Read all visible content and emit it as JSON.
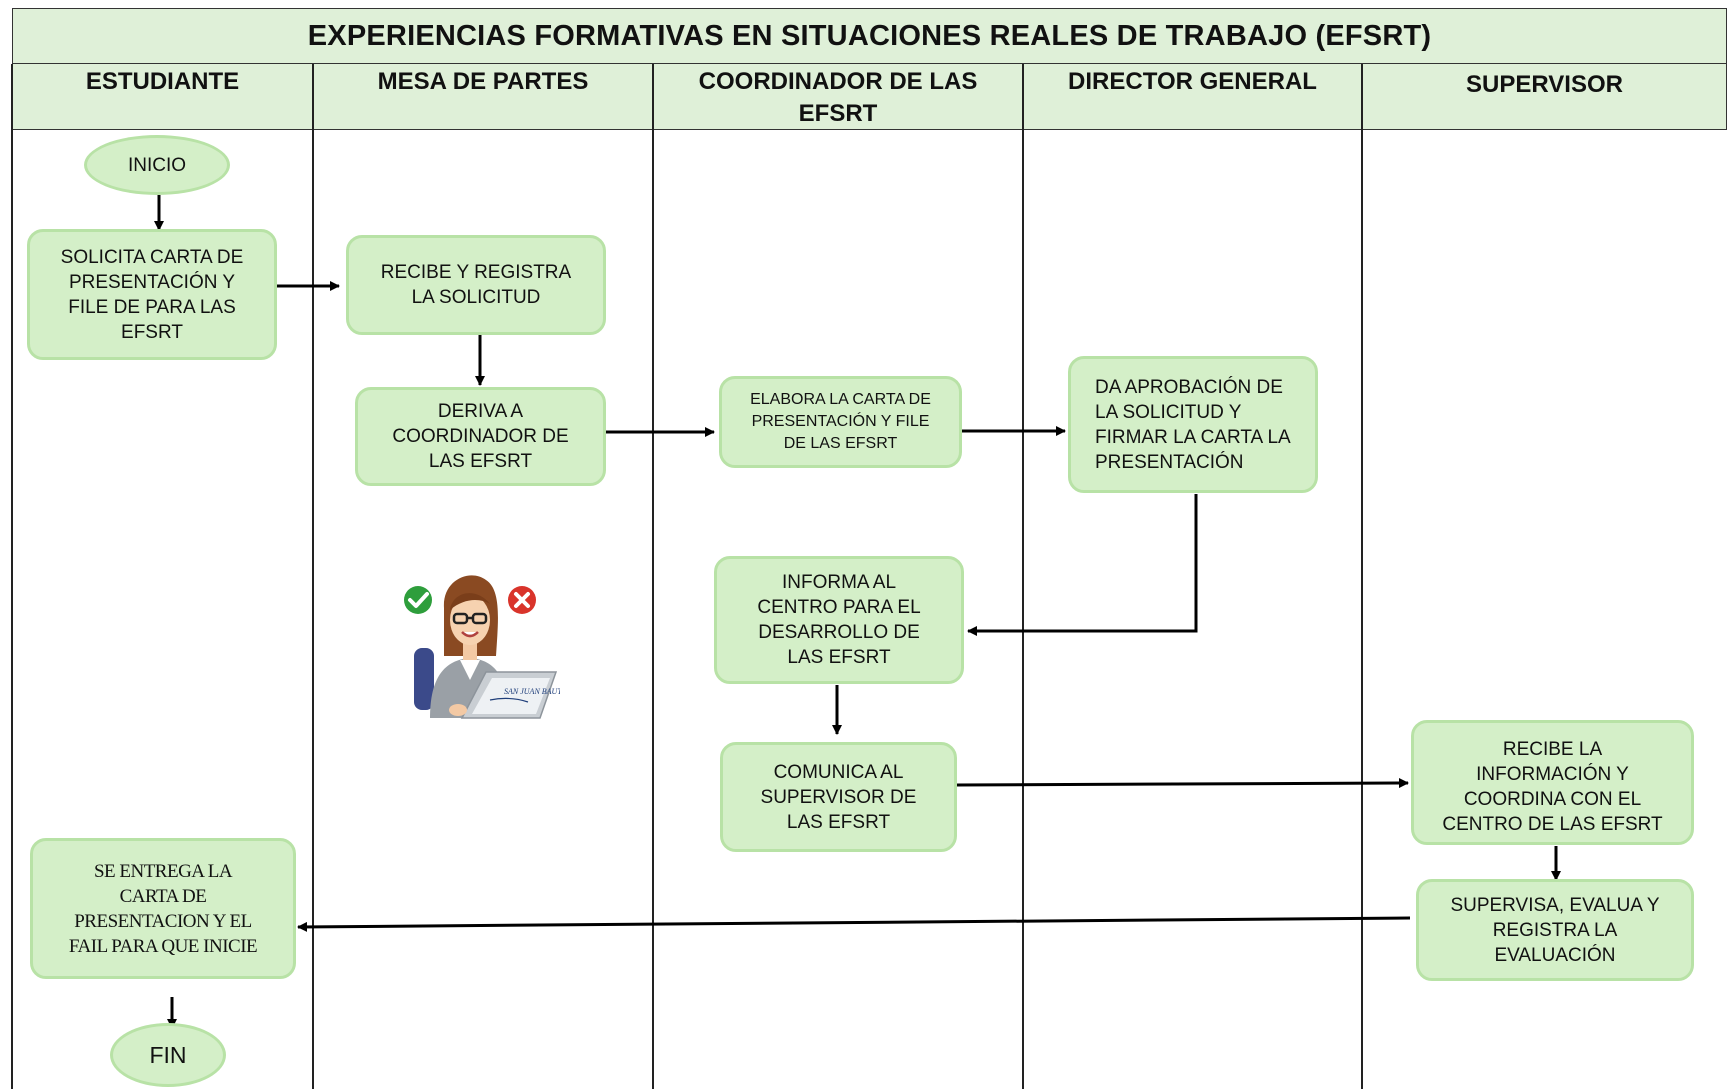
{
  "title": "EXPERIENCIAS FORMATIVAS EN SITUACIONES REALES DE TRABAJO (EFSRT)",
  "lanes": [
    {
      "line1": "ESTUDIANTE",
      "line2": ""
    },
    {
      "line1": "MESA DE PARTES",
      "line2": ""
    },
    {
      "line1": "COORDINADOR DE LAS",
      "line2": "EFSRT"
    },
    {
      "line1": "DIRECTOR GENERAL",
      "line2": ""
    },
    {
      "line1": "SUPERVISOR",
      "line2": ""
    }
  ],
  "nodes": {
    "inicio": "INICIO",
    "solicita": "SOLICITA CARTA DE PRESENTACIÓN Y FILE DE PARA LAS EFSRT",
    "recibe_registra": "RECIBE Y REGISTRA LA SOLICITUD",
    "deriva": "DERIVA A COORDINADOR DE LAS EFSRT",
    "elabora": "ELABORA LA CARTA DE PRESENTACIÓN Y FILE DE LAS EFSRT",
    "aprobacion": "DA APROBACIÓN DE LA SOLICITUD Y FIRMAR LA CARTA LA PRESENTACIÓN",
    "informa": "INFORMA AL CENTRO PARA  EL DESARROLLO DE LAS EFSRT",
    "comunica": "COMUNICA  AL SUPERVISOR DE LAS EFSRT",
    "recibe_info": "RECIBE LA INFORMACIÓN  Y COORDINA CON EL CENTRO DE LAS EFSRT",
    "supervisa": "SUPERVISA, EVALUA Y REGISTRA LA EVALUACIÓN",
    "entrega": "SE ENTREGA LA CARTA DE PRESENTACION Y EL FAIL PARA QUE INICIE",
    "fin": "FIN"
  },
  "illustration": {
    "name": "receptionist-with-laptop",
    "logo_text": "SAN JUAN BAUTISTA",
    "icons": [
      "check-icon",
      "cross-icon"
    ]
  },
  "colors": {
    "header_fill": "#dff0d8",
    "node_fill": "#d4efc8",
    "node_border": "#b8e2a6",
    "line": "#000000",
    "check": "#2e9e3c",
    "cross": "#d9342b"
  }
}
